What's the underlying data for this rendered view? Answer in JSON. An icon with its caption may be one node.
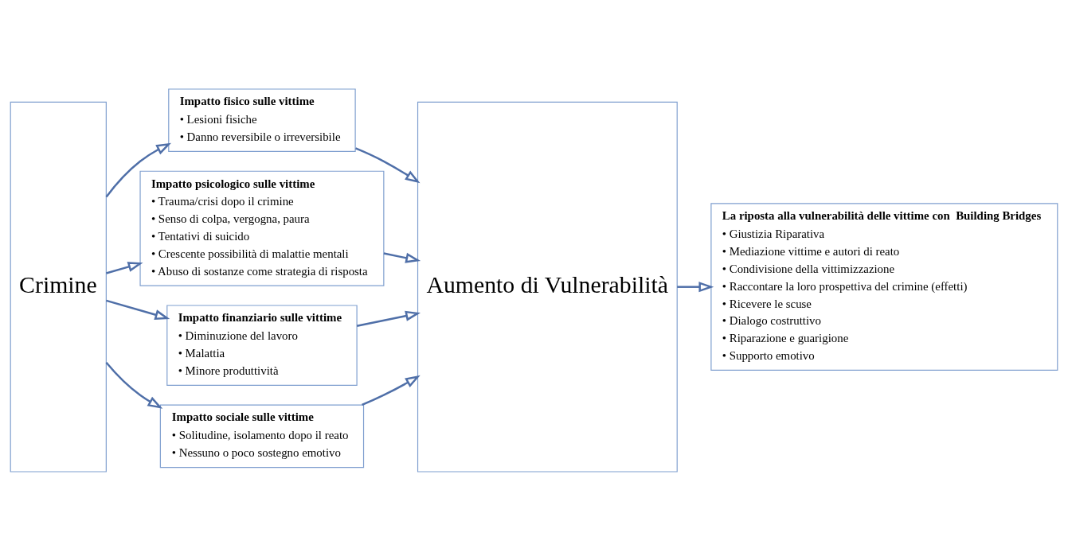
{
  "diagram": {
    "nodes": [
      {
        "text": [
          "Crimine"
        ]
      },
      {
        "text": [
          "Impatto fisico sulle vittime",
          "• Lesioni fisiche",
          "• Danno reversibile o irreversibile"
        ]
      },
      {
        "text": [
          "Impatto psicologico sulle vittime",
          "• Trauma/crisi dopo il crimine",
          "• Senso di colpa, vergogna, paura",
          "• Tentativi di suicido",
          "• Crescente possibilità di malattie mentali",
          "• Abuso di sostanze come strategia di risposta"
        ]
      },
      {
        "text": [
          "Impatto finanziario sulle vittime",
          "• Diminuzione del lavoro",
          "• Malattia",
          "• Minore produttività"
        ]
      },
      {
        "text": [
          "Impatto sociale sulle vittime",
          "• Solitudine, isolamento dopo il reato",
          "• Nessuno o poco sostegno emotivo"
        ]
      },
      {
        "text": [
          "Aumento di Vulnerabilità"
        ]
      },
      {
        "text": [
          "La riposta alla vulnerabilità delle vittime con  Building Bridges",
          "• Giustizia Riparativa",
          "• Mediazione vittime e autori di reato",
          "• Condivisione della vittimizzazione",
          "• Raccontare la loro prospettiva del crimine (effetti)",
          "• Ricevere le scuse",
          "• Dialogo costruttivo",
          "• Riparazione e guarigione",
          "• Supporto emotivo"
        ]
      }
    ],
    "edges": [
      {
        "from": 0,
        "to": 1,
        "arrow": "to"
      },
      {
        "from": 0,
        "to": 2,
        "arrow": "to"
      },
      {
        "from": 0,
        "to": 3,
        "arrow": "to"
      },
      {
        "from": 0,
        "to": 4,
        "arrow": "to"
      },
      {
        "from": 1,
        "to": 5,
        "arrow": "to"
      },
      {
        "from": 2,
        "to": 5,
        "arrow": "to"
      },
      {
        "from": 3,
        "to": 5,
        "arrow": "to"
      },
      {
        "from": 4,
        "to": 5,
        "arrow": "to"
      },
      {
        "from": 5,
        "to": 6,
        "arrow": "to"
      }
    ]
  }
}
